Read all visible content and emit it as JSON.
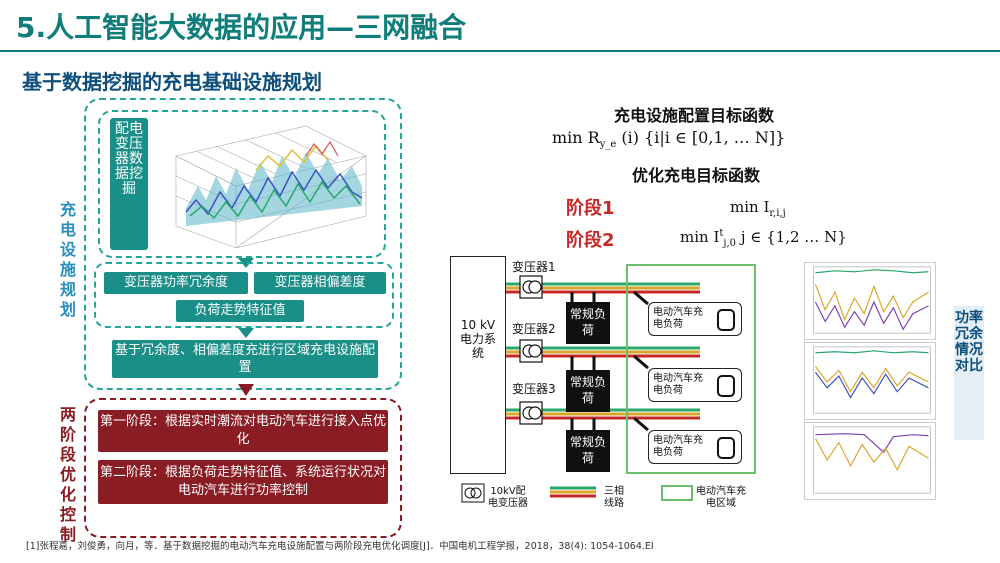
{
  "header": {
    "title": "5.人工智能大数据的应用—三网融合",
    "subtitle": "基于数据挖掘的充电基础设施规划"
  },
  "left": {
    "plan_label": "充电设施规划",
    "opt_label": "两阶段优化控制",
    "mining_label": "配电变压器数据挖掘",
    "box_redundancy": "变压器功率冗余度",
    "box_deviation": "变压器相偏差度",
    "box_trend": "负荷走势特征值",
    "box_config": "基于冗余度、相偏差度充进行区域充电设施配置",
    "stage1_box": "第一阶段：根据实时潮流对电动汽车进行接入点优化",
    "stage2_box": "第二阶段：根据负荷走势特征值、系统运行状况对电动汽车进行功率控制"
  },
  "right": {
    "obj_heading": "充电设施配置目标函数",
    "formula1_main": "min R",
    "formula1_sub": "y_e",
    "formula1_tail": "(i)    {i|i ∈ [0,1, … N]}",
    "opt_heading": "优化充电目标函数",
    "stage1_label": "阶段1",
    "stage2_label": "阶段2",
    "formula2_main": "min I",
    "formula2_sub": "r,i,j",
    "formula3_main": "min I",
    "formula3_sup": "t",
    "formula3_sub": "j,0",
    "formula3_tail": "j ∈ {1,2 … N}"
  },
  "circuit": {
    "system_label": "10 kV 电力系统",
    "transformer1": "变压器1",
    "transformer2": "变压器2",
    "transformer3": "变压器3",
    "load_label": "常规负荷",
    "ev_label": "电动汽车充电负荷",
    "legend_transformer": "10kV配电变压器",
    "legend_lines": "三相线路",
    "legend_area": "电动汽车充电区域"
  },
  "side_label": "功率冗余情况对比",
  "footnote": "[1]张程嘉，刘俊勇，向月，等．基于数据挖掘的电动汽车充电设施配置与两阶段充电优化调度[J]．中国电机工程学报，2018，38(4): 1054-1064.EI",
  "colors": {
    "title": "#0f7d7a",
    "subtitle": "#0d4e7b",
    "teal": "#1a8f88",
    "dark_red": "#8a1c24",
    "stage_red": "#c62828",
    "ev_area_green": "#6abf6a"
  }
}
